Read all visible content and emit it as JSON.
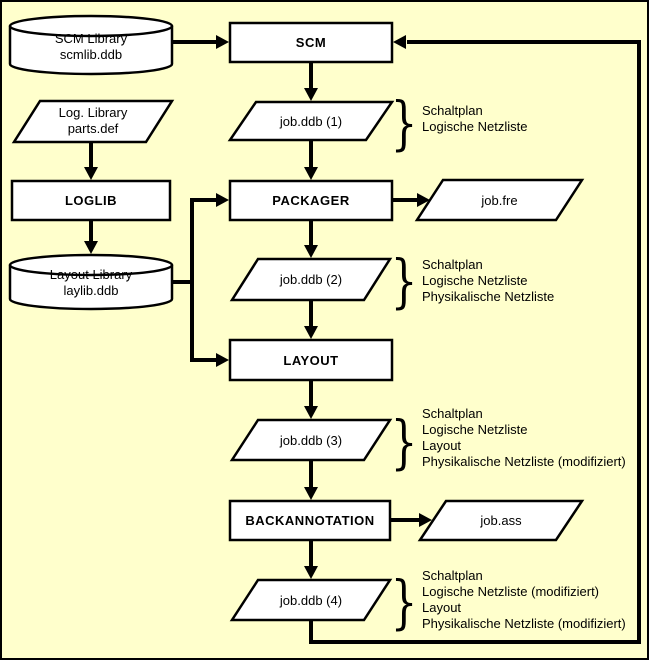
{
  "colors": {
    "background": "#FFFFCC",
    "shape_fill": "#FFFFFF",
    "line": "#000000"
  },
  "nodes": {
    "scm_library": {
      "type": "database",
      "lines": [
        "SCM Library",
        "scmlib.ddb"
      ]
    },
    "scm": {
      "type": "process",
      "label": "SCM"
    },
    "log_library": {
      "type": "data",
      "lines": [
        "Log. Library",
        "parts.def"
      ]
    },
    "jobddb1": {
      "type": "data",
      "label": "job.ddb (1)"
    },
    "loglib": {
      "type": "process",
      "label": "LOGLIB"
    },
    "packager": {
      "type": "process",
      "label": "PACKAGER"
    },
    "jobfre": {
      "type": "data",
      "label": "job.fre"
    },
    "layout_library": {
      "type": "database",
      "lines": [
        "Layout Library",
        "laylib.ddb"
      ]
    },
    "jobddb2": {
      "type": "data",
      "label": "job.ddb (2)"
    },
    "layout": {
      "type": "process",
      "label": "LAYOUT"
    },
    "jobddb3": {
      "type": "data",
      "label": "job.ddb (3)"
    },
    "backannotation": {
      "type": "process",
      "label": "BACKANNOTATION"
    },
    "jobass": {
      "type": "data",
      "label": "job.ass"
    },
    "jobddb4": {
      "type": "data",
      "label": "job.ddb (4)"
    }
  },
  "annotations": {
    "jobddb1": {
      "brace": "}",
      "lines": [
        "Schaltplan",
        "Logische Netzliste"
      ]
    },
    "jobddb2": {
      "brace": "}",
      "lines": [
        "Schaltplan",
        "Logische Netzliste",
        "Physikalische Netzliste"
      ]
    },
    "jobddb3": {
      "brace": "}",
      "lines": [
        "Schaltplan",
        "Logische Netzliste",
        "Layout",
        "Physikalische Netzliste (modifiziert)"
      ]
    },
    "jobddb4": {
      "brace": "}",
      "lines": [
        "Schaltplan",
        "Logische Netzliste (modifiziert)",
        "Layout",
        "Physikalische Netzliste (modifiziert)"
      ]
    }
  }
}
